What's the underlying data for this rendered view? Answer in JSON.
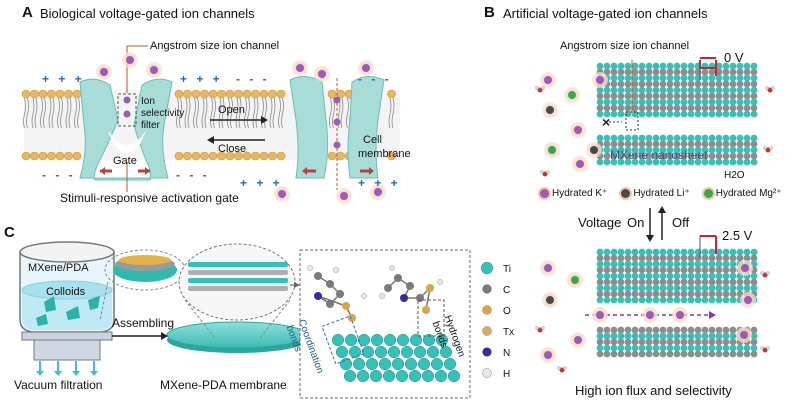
{
  "panels": {
    "a": {
      "letter": "A",
      "title": "Biological voltage-gated ion channels",
      "angstrom_label": "Angstrom size ion channel",
      "filter_label_1": "Ion",
      "filter_label_2": "selectivity",
      "filter_label_3": "filter",
      "gate_label": "Gate",
      "open_label": "Open",
      "close_label": "Close",
      "membrane_label_1": "Cell",
      "membrane_label_2": "membrane",
      "stimuli_label": "Stimuli-responsive activation gate",
      "plus_top_left": "+ + +",
      "plus_top_mid": "+ + +",
      "minus_top_right": "- - -",
      "minus_top_right2": "- - -",
      "minus_bottom_left": "- - -",
      "minus_bottom_left2": "- - -",
      "plus_bottom_right": "+ + +",
      "plus_bottom_right2": "+ + +"
    },
    "b": {
      "letter": "B",
      "title": "Artificial voltage-gated ion channels",
      "angstrom_label": "Angstrom size ion channel",
      "voltage_top": "0 V",
      "voltage_bottom": "2.5 V",
      "sheet_label": "MXene nanosheet",
      "water_label": "H2O",
      "legend": [
        "Hydrated K⁺",
        "Hydrated Li⁺",
        "Hydrated Mg²⁺"
      ],
      "voltage_word": "Voltage",
      "on_label": "On",
      "off_label": "Off",
      "bottom_caption": "High ion flux and selectivity",
      "block_mark": "×"
    },
    "c": {
      "letter": "C",
      "beaker_label": "MXene/PDA",
      "colloid_label": "Colloids",
      "assembling_label": "Assembling",
      "vacuum_label": "Vacuum filtration",
      "membrane_label": "MXene-PDA membrane",
      "coord_label_1": "Coordination",
      "coord_label_2": "bonds",
      "hbond_label_1": "Hydrogen",
      "hbond_label_2": "bonds",
      "atom_legend": [
        "Ti",
        "C",
        "O",
        "Tx",
        "N",
        "H"
      ]
    }
  },
  "colors": {
    "membrane_head": "#e8b860",
    "channel": "#a8dcd8",
    "mxene_teal": "#35c0b8",
    "k_ion": "#9b5bb6",
    "li_ion": "#4a4a4a",
    "mg_ion": "#3aa84a",
    "voltage_red": "#c0282d",
    "charge_blue": "#1f6fb5"
  }
}
